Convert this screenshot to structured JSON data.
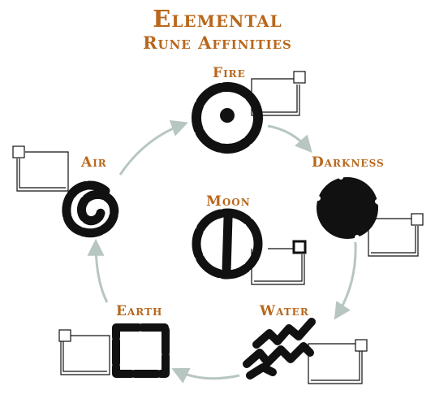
{
  "title": "Elemental",
  "subtitle": "Rune Affinities",
  "nodes": {
    "fire": "Fire",
    "darkness": "Darkness",
    "water": "Water",
    "earth": "Earth",
    "air": "Air",
    "moon": "Moon"
  },
  "colors": {
    "label": "#b8671c",
    "arrow": "#b7c6c1",
    "rune": "#111111"
  }
}
